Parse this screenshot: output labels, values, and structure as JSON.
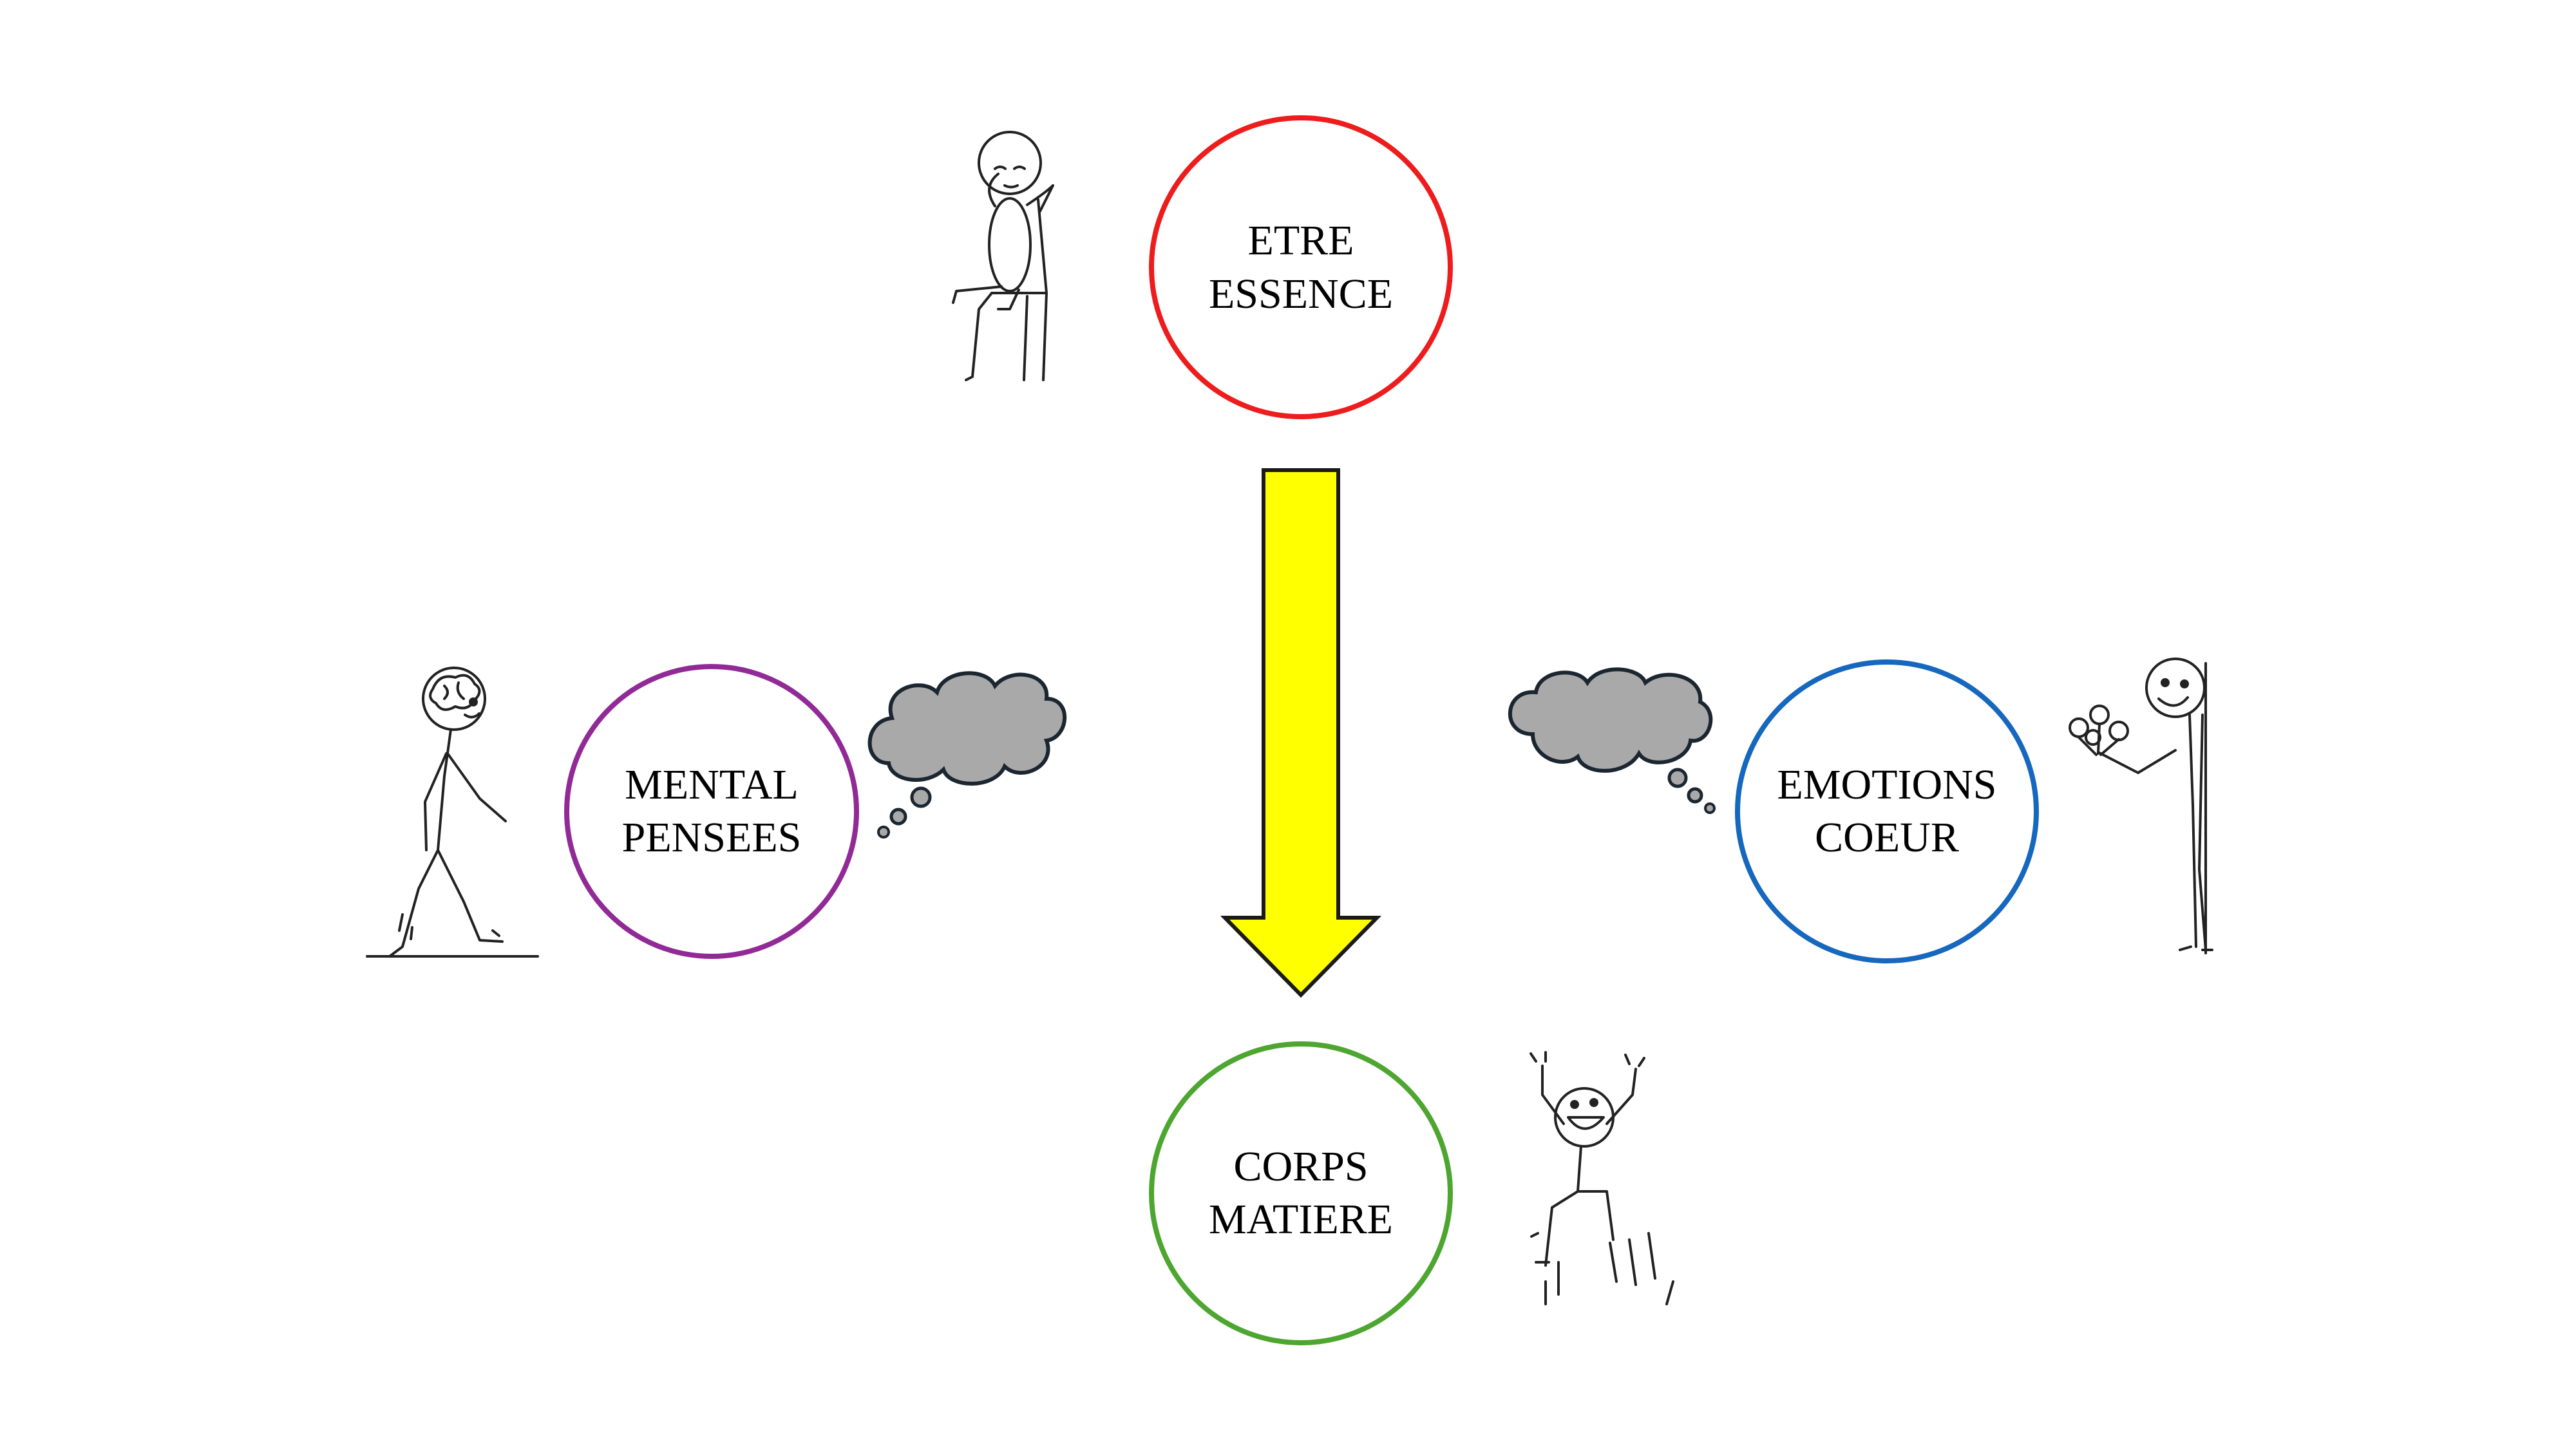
{
  "diagram": {
    "nodes": {
      "etre": {
        "line1": "ETRE",
        "line2": "ESSENCE",
        "color": "#ee1c1c"
      },
      "mental": {
        "line1": "MENTAL",
        "line2": "PENSEES",
        "color": "#912a97"
      },
      "emotions": {
        "line1": "EMOTIONS",
        "line2": "COEUR",
        "color": "#1667be"
      },
      "corps": {
        "line1": "CORPS",
        "line2": "MATIERE",
        "color": "#4da62f"
      }
    },
    "arrow": {
      "fill": "#ffff00",
      "stroke": "#1a1a1a",
      "direction": "down"
    },
    "thought_clouds": {
      "fill": "#a9a9a9",
      "stroke": "#1b2631"
    },
    "illustrations": [
      "meditating-figure-icon",
      "walking-thinker-figure-icon",
      "flower-giving-figure-icon",
      "jumping-joyful-figure-icon"
    ]
  }
}
